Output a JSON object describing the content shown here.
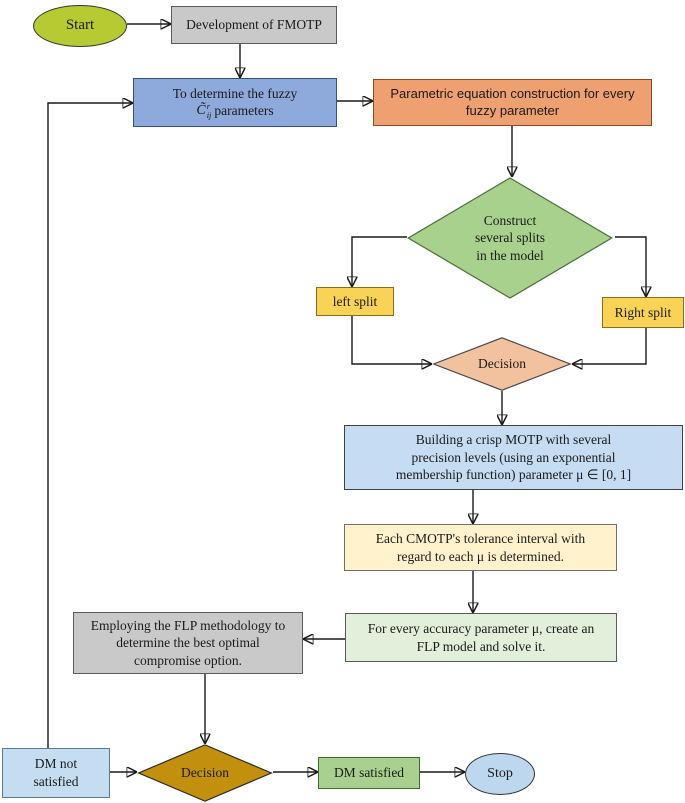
{
  "figure": {
    "type": "flowchart",
    "title": "FMOTP solution methodology flowchart"
  },
  "colors": {
    "start_fill": "#b7ca32",
    "development_fill": "#c9c9c9",
    "fuzzy_fill": "#8ea9db",
    "parametric_fill": "#efa071",
    "construct_fill": "#a9d18e",
    "split_fill": "#f9d356",
    "decision_splits_fill": "#f2c29e",
    "crisp_motp_fill": "#c6dcf2",
    "tolerance_fill": "#fff2cc",
    "flp_model_fill": "#e2efda",
    "flp_methodology_fill": "#c9c9c9",
    "dm_not_satisfied_fill": "#c5ddf1",
    "decision_dm_fill": "#c2900d",
    "dm_satisfied_fill": "#a9d08e",
    "stop_fill": "#bdd7ee",
    "connector_stroke": "#1a1a1a"
  },
  "nodes": {
    "start": {
      "label": "Start"
    },
    "development": {
      "label": "Development of FMOTP"
    },
    "fuzzy": {
      "line1": "To determine the fuzzy",
      "symbol": "C̃",
      "sup": "r",
      "sub": "ij",
      "rest": "parameters"
    },
    "parametric": {
      "label": "Parametric equation construction for every\nfuzzy parameter"
    },
    "construct_splits": {
      "label": "Construct\nseveral splits\nin the model"
    },
    "left_split": {
      "label": "left split"
    },
    "right_split": {
      "label": "Right split"
    },
    "decision_splits": {
      "label": "Decision"
    },
    "crisp_motp": {
      "label": "Building a crisp MOTP with several\nprecision levels (using an exponential\nmembership function) parameter μ ∈ [0, 1]"
    },
    "tolerance": {
      "label": "Each CMOTP's tolerance interval with\nregard to each μ is determined."
    },
    "flp_model": {
      "label": "For every accuracy parameter μ, create an\nFLP model and solve it."
    },
    "flp_methodology": {
      "label": "Employing the FLP methodology to\ndetermine the best optimal\ncompromise option."
    },
    "dm_not_satisfied": {
      "label": "DM not\nsatisfied"
    },
    "decision_dm": {
      "label": "Decision"
    },
    "dm_satisfied": {
      "label": "DM satisfied"
    },
    "stop": {
      "label": "Stop"
    }
  }
}
